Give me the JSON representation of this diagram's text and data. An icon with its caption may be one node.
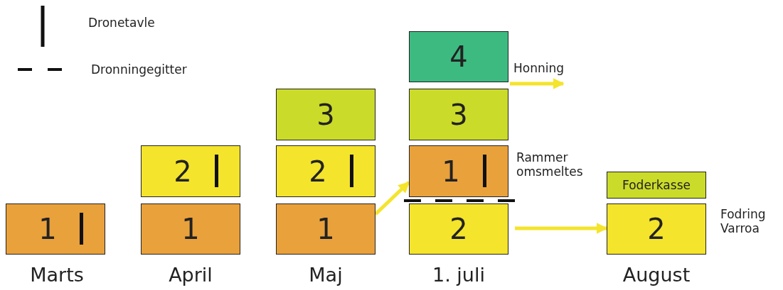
{
  "diagram": {
    "nodes": [
      {
        "text": [
          "4"
        ]
      },
      {
        "text": [
          "3"
        ]
      },
      {
        "text": [
          "3"
        ]
      },
      {
        "text": [
          "2"
        ]
      },
      {
        "text": [
          "2"
        ]
      },
      {
        "text": [
          "1"
        ],
        "beside": [
          "Rammer omsmeltes"
        ]
      },
      {
        "text": [
          "Foderkasse"
        ]
      },
      {
        "text": [
          "1"
        ]
      },
      {
        "text": [
          "1"
        ]
      },
      {
        "text": [
          "1"
        ]
      },
      {
        "text": [
          "2"
        ]
      },
      {
        "text": [
          "2"
        ]
      }
    ],
    "edges": [
      {
        "from": 0,
        "to": null,
        "arrow": "to",
        "label": "Honning"
      },
      {
        "from": 9,
        "to": 5,
        "arrow": "to"
      },
      {
        "from": 10,
        "to": 11,
        "arrow": "to"
      }
    ],
    "labels": [
      "Fodring Varroa",
      "Marts",
      "April",
      "Maj",
      "1. juli",
      "August"
    ],
    "legend": [
      {
        "text": "Dronetavle"
      },
      {
        "text": "Dronningegitter"
      }
    ]
  }
}
